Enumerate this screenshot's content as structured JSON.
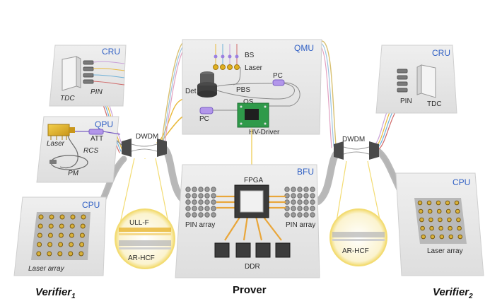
{
  "colors": {
    "panel": "#e6e6e6",
    "panel_edge": "#cfcfcf",
    "unit_label": "#2f5fc4",
    "fiber_gold": "#e9b93a",
    "fiber_gray": "#8a8a8a",
    "chip_green": "#2f9a4a",
    "component_purple": "#9b7fe0",
    "laser_gold": "#e0b020",
    "zoom_circle": "#f3dc73"
  },
  "units": {
    "cru_left": "CRU",
    "qpu": "QPU",
    "cpu_left": "CPU",
    "qmu": "QMU",
    "bfu": "BFU",
    "cru_right": "CRU",
    "cpu_right": "CPU"
  },
  "labels": {
    "tdc_left": "TDC",
    "pin_left": "PIN",
    "laser_qpu": "Laser",
    "att": "ATT",
    "rcs": "RCS",
    "pm": "PM",
    "dwdm_left": "DWDM",
    "dwdm_right": "DWDM",
    "bs": "BS",
    "laser_qmu": "Laser",
    "det": "Det",
    "pbs": "PBS",
    "pc_top": "PC",
    "os": "OS",
    "pc_bottom": "PC",
    "hv_driver": "HV-Driver",
    "fpga": "FPGA",
    "pin_array_left": "PIN array",
    "pin_array_right": "PIN array",
    "ddr": "DDR",
    "ull_f": "ULL-F",
    "ar_hcf_left": "AR-HCF",
    "ar_hcf_right": "AR-HCF",
    "laser_array_left": "Laser array",
    "laser_array_right": "Laser array",
    "pin_right": "PIN",
    "tdc_right": "TDC"
  },
  "parties": {
    "verifier1_main": "Verifier",
    "verifier1_sub": "1",
    "prover": "Prover",
    "verifier2_main": "Verifier",
    "verifier2_sub": "2"
  }
}
